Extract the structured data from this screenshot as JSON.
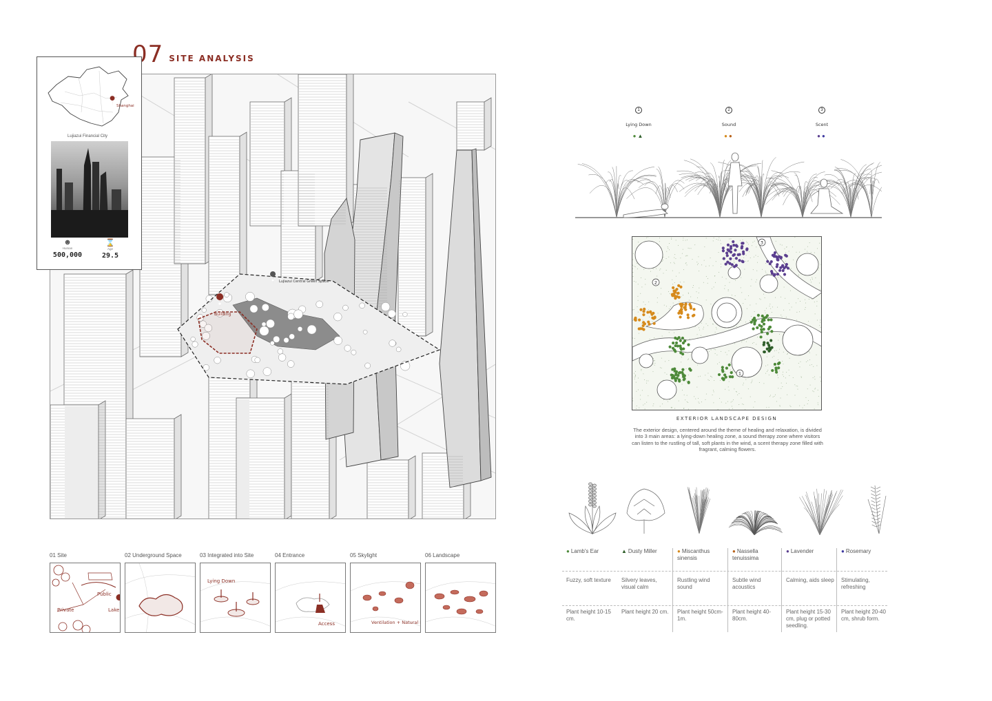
{
  "header": {
    "number": "07",
    "title": "SITE ANALYSIS"
  },
  "colors": {
    "accent": "#8b2e24",
    "green": "#4e8a3a",
    "orange": "#d68a1c",
    "purple": "#5b3f8f",
    "darkgreen": "#2f5e2a",
    "line": "#555555"
  },
  "info": {
    "map_label": "Shanghai",
    "district": "Lujiazui Financial City",
    "stats": [
      {
        "icon": "population-icon",
        "caption": "Human",
        "value": "500,000"
      },
      {
        "icon": "age-icon",
        "caption": "Age",
        "value": "29.5"
      }
    ]
  },
  "site_map": {
    "landmark_label": "Lujiazui Central Green Space",
    "building_label": "Building"
  },
  "steps": [
    {
      "label": "01 Site",
      "notes": [
        "Public",
        "Private",
        "Lake"
      ]
    },
    {
      "label": "02 Underground Space",
      "notes": []
    },
    {
      "label": "03 Integrated into Site",
      "notes": [
        "Lying Down"
      ]
    },
    {
      "label": "04 Entrance",
      "notes": [
        "Access"
      ]
    },
    {
      "label": "05 Skylight",
      "notes": [
        "Ventilation + Natural Light"
      ]
    },
    {
      "label": "06 Landscape",
      "notes": []
    }
  ],
  "zones": [
    {
      "num": "1",
      "label": "Lying Down",
      "dots": [
        "●",
        "▲"
      ],
      "dot_colors": [
        "#4e8a3a",
        "#2f5e2a"
      ]
    },
    {
      "num": "2",
      "label": "Sound",
      "dots": [
        "●",
        "●"
      ],
      "dot_colors": [
        "#d68a1c",
        "#b8621a"
      ]
    },
    {
      "num": "3",
      "label": "Scent",
      "dots": [
        "●",
        "●"
      ],
      "dot_colors": [
        "#5b3f8f",
        "#3e3aa0"
      ]
    }
  ],
  "plan_zones": [
    "1",
    "2",
    "3"
  ],
  "exterior": {
    "title": "EXTERIOR LANDSCAPE DESIGN",
    "description": "The exterior design, centered around the theme of healing and relaxation, is divided into 3 main areas: a lying-down healing zone, a sound therapy zone where visitors can listen to the rustling of tall, soft plants in the wind, a scent therapy zone filled with fragrant, calming flowers."
  },
  "plants": [
    {
      "name": "Lamb's Ear",
      "marker": "●",
      "marker_color": "#4e8a3a",
      "desc": "Fuzzy, soft texture",
      "height": "Plant height 10-15 cm."
    },
    {
      "name": "Dusty Miller",
      "marker": "▲",
      "marker_color": "#2f5e2a",
      "desc": "Silvery leaves, visual calm",
      "height": "Plant height 20 cm."
    },
    {
      "name": "Miscanthus sinensis",
      "marker": "●",
      "marker_color": "#d68a1c",
      "desc": "Rustling wind sound",
      "height": "Plant height 50cm-1m."
    },
    {
      "name": "Nassella tenuissima",
      "marker": "●",
      "marker_color": "#b8621a",
      "desc": "Subtle wind acoustics",
      "height": "Plant height 40-80cm."
    },
    {
      "name": "Lavender",
      "marker": "●",
      "marker_color": "#5b3f8f",
      "desc": "Calming, aids sleep",
      "height": "Plant height 15-30 cm, plug or potted seedling."
    },
    {
      "name": "Rosemary",
      "marker": "●",
      "marker_color": "#3e3aa0",
      "desc": "Stimulating, refreshing",
      "height": "Plant height 20-40 cm, shrub form."
    }
  ]
}
